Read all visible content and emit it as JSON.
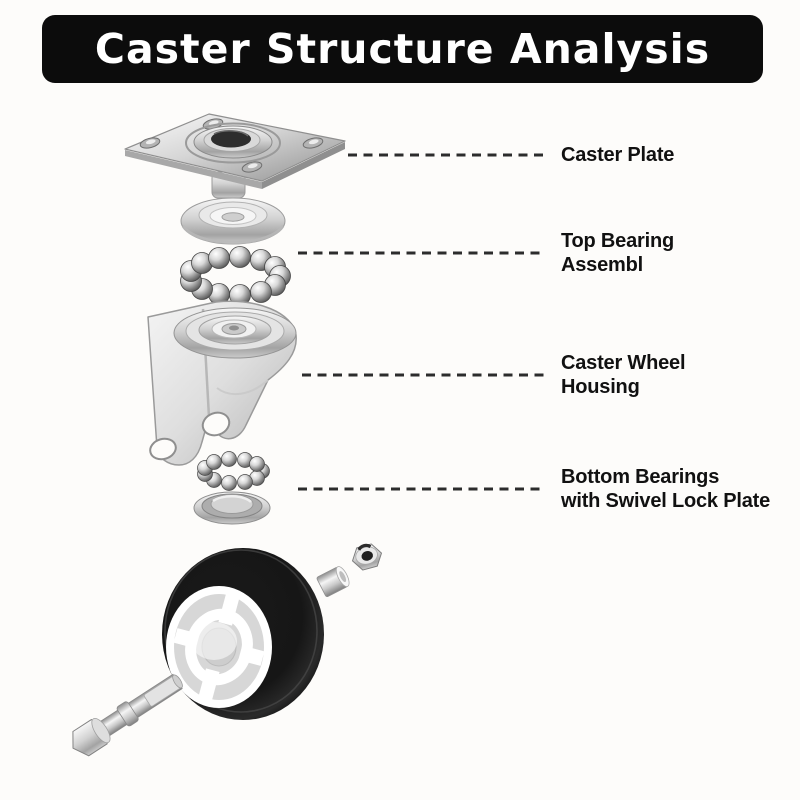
{
  "title": {
    "text": "Caster Structure Analysis"
  },
  "parts": [
    {
      "id": "caster-plate",
      "label": "Caster Plate"
    },
    {
      "id": "top-bearing-assembly",
      "label": "Top Bearing\nAssembl"
    },
    {
      "id": "caster-wheel-housing",
      "label": "Caster Wheel\nHousing"
    },
    {
      "id": "bottom-bearings",
      "label": "Bottom Bearings\nwith Swivel Lock Plate"
    }
  ],
  "illustrations": [
    "caster-plate-illustration",
    "top-bearing-washer-illustration",
    "top-ball-bearing-ring-illustration",
    "caster-wheel-housing-illustration",
    "bottom-ball-bearing-ring-illustration",
    "swivel-lock-plate-illustration",
    "wheel-illustration",
    "axle-bolt-illustration",
    "axle-bushing-illustration",
    "lock-nut-illustration"
  ],
  "colors": {
    "background": "#fdfcfa",
    "banner_bg": "#0c0c0c",
    "banner_text": "#ffffff",
    "label_text": "#111111",
    "leader_line": "#2c2c2c",
    "tire": "#141414"
  }
}
